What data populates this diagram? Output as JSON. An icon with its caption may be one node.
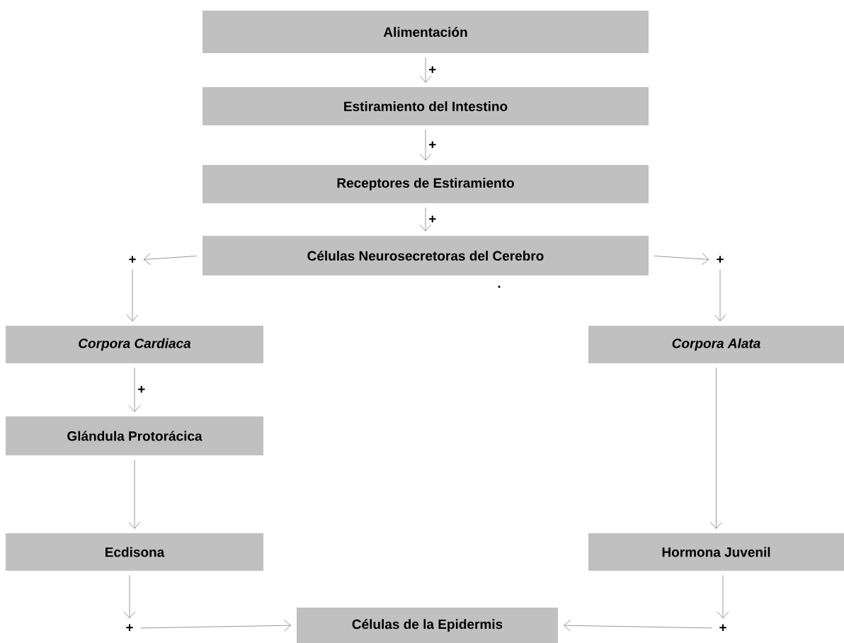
{
  "diagram": {
    "nodes": [
      {
        "text": [
          "Alimentación"
        ]
      },
      {
        "text": [
          "Estiramiento del Intestino"
        ]
      },
      {
        "text": [
          "Receptores de Estiramiento"
        ]
      },
      {
        "text": [
          "Células Neurosecretoras del Cerebro"
        ]
      },
      {
        "text": [
          "+"
        ]
      },
      {
        "text": [
          "+"
        ]
      },
      {
        "text": [
          "Corpora Cardiaca"
        ]
      },
      {
        "text": [
          "Corpora Alata"
        ]
      },
      {
        "text": [
          "Glándula Protorácica"
        ]
      },
      {
        "text": [
          "Ecdisona"
        ]
      },
      {
        "text": [
          "Hormona Juvenil"
        ]
      },
      {
        "text": [
          "+"
        ]
      },
      {
        "text": [
          "Células de la Epidermis"
        ]
      },
      {
        "text": [
          "+"
        ]
      }
    ],
    "edges": [
      {
        "from": 0,
        "to": 1,
        "arrow": "to",
        "label": "+"
      },
      {
        "from": 1,
        "to": 2,
        "arrow": "to",
        "label": "+"
      },
      {
        "from": 2,
        "to": 3,
        "arrow": "to",
        "label": "+"
      },
      {
        "from": 3,
        "to": 4,
        "arrow": "to"
      },
      {
        "from": 3,
        "to": 5,
        "arrow": "to"
      },
      {
        "from": 4,
        "to": 6,
        "arrow": "to"
      },
      {
        "from": 5,
        "to": 7,
        "arrow": "to"
      },
      {
        "from": 6,
        "to": 8,
        "arrow": "to",
        "label": "+"
      },
      {
        "from": 8,
        "to": 9,
        "arrow": "to"
      },
      {
        "from": 7,
        "to": 10,
        "arrow": "to"
      },
      {
        "from": 9,
        "to": 11,
        "arrow": "to"
      },
      {
        "from": 10,
        "to": 13,
        "arrow": "to"
      },
      {
        "from": 11,
        "to": 12,
        "arrow": "to"
      },
      {
        "from": 13,
        "to": 12,
        "arrow": "to"
      }
    ],
    "labels": [
      "."
    ]
  }
}
